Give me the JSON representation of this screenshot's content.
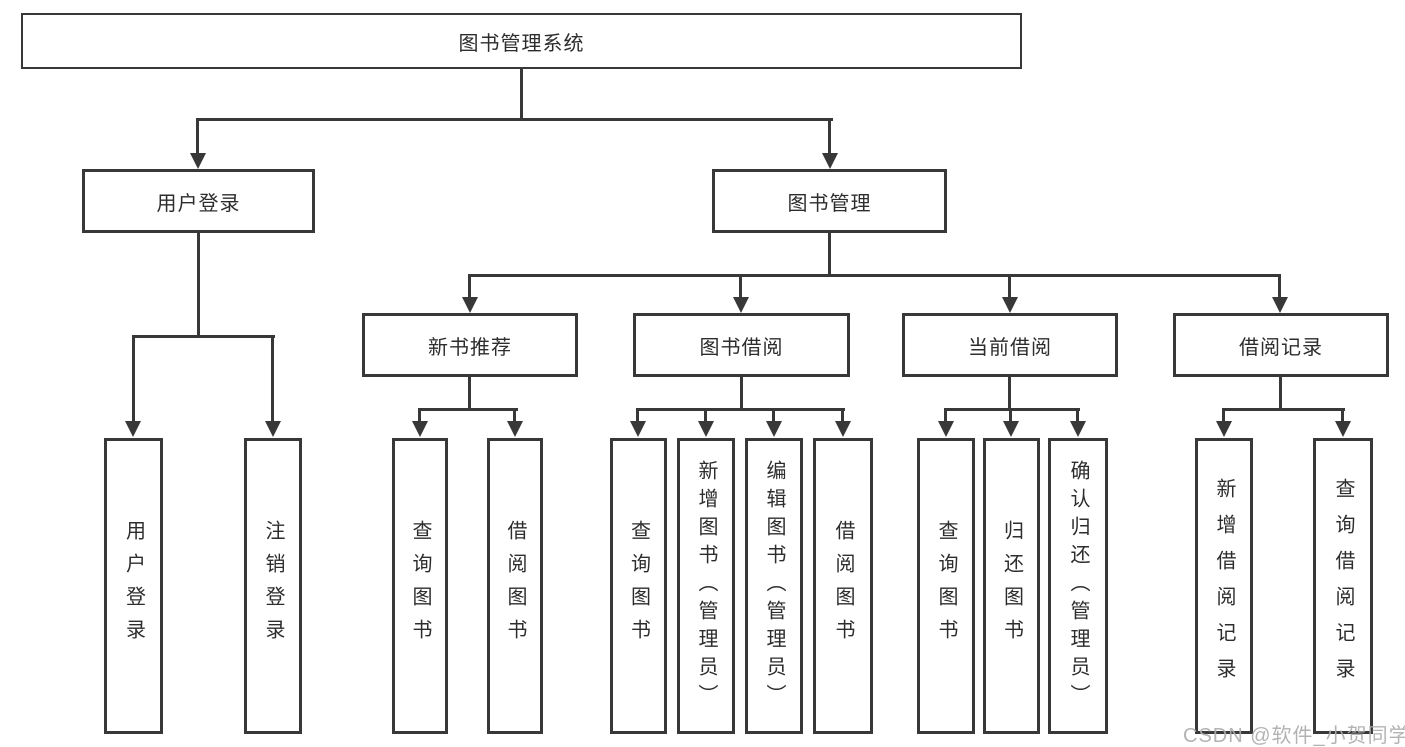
{
  "diagram": {
    "title": "图书管理系统",
    "level2": [
      {
        "label": "用户登录"
      },
      {
        "label": "图书管理"
      }
    ],
    "level3": [
      {
        "label": "新书推荐"
      },
      {
        "label": "图书借阅"
      },
      {
        "label": "当前借阅"
      },
      {
        "label": "借阅记录"
      }
    ],
    "leaves": [
      {
        "label": "用户登录"
      },
      {
        "label": "注销登录"
      },
      {
        "label": "查询图书"
      },
      {
        "label": "借阅图书"
      },
      {
        "label": "查询图书"
      },
      {
        "label": "新增图书（管理员）"
      },
      {
        "label": "编辑图书（管理员）"
      },
      {
        "label": "借阅图书"
      },
      {
        "label": "查询图书"
      },
      {
        "label": "归还图书"
      },
      {
        "label": "确认归还（管理员）"
      },
      {
        "label": "新增借阅记录"
      },
      {
        "label": "查询借阅记录"
      }
    ]
  },
  "watermark": {
    "text": "CSDN @软件_小贺同学"
  },
  "colors": {
    "line": "#383838",
    "text": "#2d2d2d",
    "watermark": "#adadad",
    "background": "#ffffff"
  }
}
